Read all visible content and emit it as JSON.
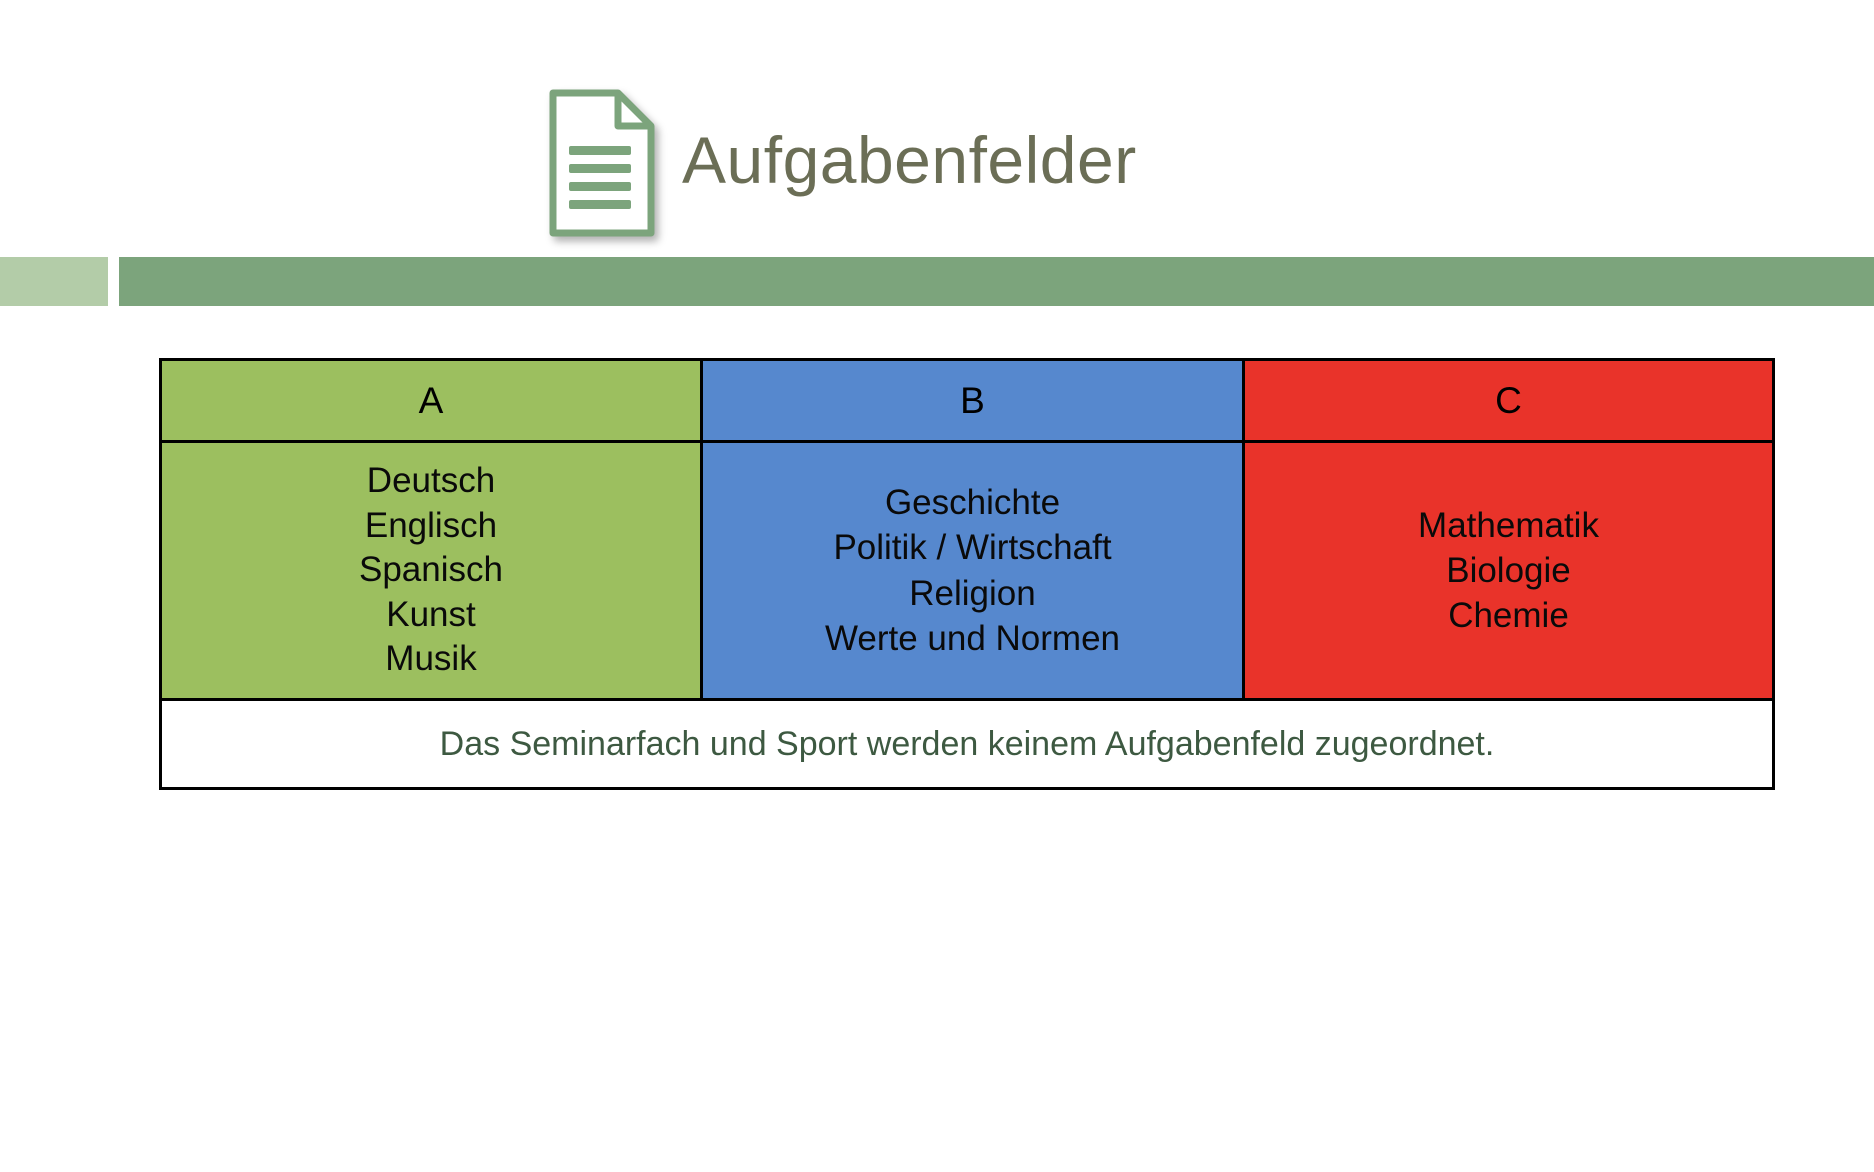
{
  "header": {
    "title": "Aufgabenfelder",
    "icon": "document-lines-icon",
    "title_color": "#6B6E56",
    "bar_left_color": "#B3CCA8",
    "bar_right_color": "#7CA47C"
  },
  "table": {
    "columns": [
      {
        "key": "A",
        "header": "A",
        "color": "#9CBF5F",
        "subjects": [
          "Deutsch",
          "Englisch",
          "Spanisch",
          "Kunst",
          "Musik"
        ]
      },
      {
        "key": "B",
        "header": "B",
        "color": "#5688CE",
        "subjects": [
          "Geschichte",
          "Politik / Wirtschaft",
          "Religion",
          "Werte und Normen"
        ]
      },
      {
        "key": "C",
        "header": "C",
        "color": "#E9332A",
        "subjects": [
          "Mathematik",
          "Biologie",
          "Chemie"
        ]
      }
    ],
    "footer_note": "Das Seminarfach und Sport werden keinem Aufgabenfeld zugeordnet.",
    "footer_note_color": "#3D5941",
    "border_color": "#000000"
  }
}
